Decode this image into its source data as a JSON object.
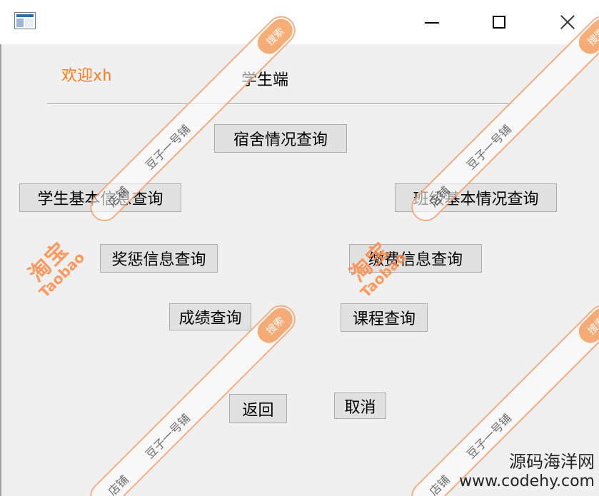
{
  "window": {
    "app_icon": "window-app-icon",
    "controls": {
      "minimize_icon": "minimize-icon",
      "maximize_icon": "maximize-icon",
      "close_icon": "close-icon"
    }
  },
  "header": {
    "welcome": "欢迎xh",
    "title": "学生端"
  },
  "buttons": {
    "dorm": "宿舍情况查询",
    "student_info": "学生基本信息查询",
    "class_info": "班级基本情况查询",
    "reward": "奖惩信息查询",
    "fee": "缴费信息查询",
    "score": "成绩查询",
    "course": "课程查询",
    "back": "返回",
    "cancel": "取消"
  },
  "watermark": {
    "shop_label": "店铺",
    "shop_name": "豆子一号铺",
    "search_label": "搜索",
    "logo_big": "淘宝",
    "logo_small": "Taobao",
    "site_name": "源码海洋网",
    "site_url": "www.codehy.com",
    "colors": {
      "orange": "#ff8a45",
      "pill_border": "#f7a26f"
    }
  },
  "colors": {
    "welcome_text": "#ff7a1f",
    "background": "#f0f0f0",
    "button_bg": "#e1e1e1",
    "button_border": "#adadad"
  }
}
